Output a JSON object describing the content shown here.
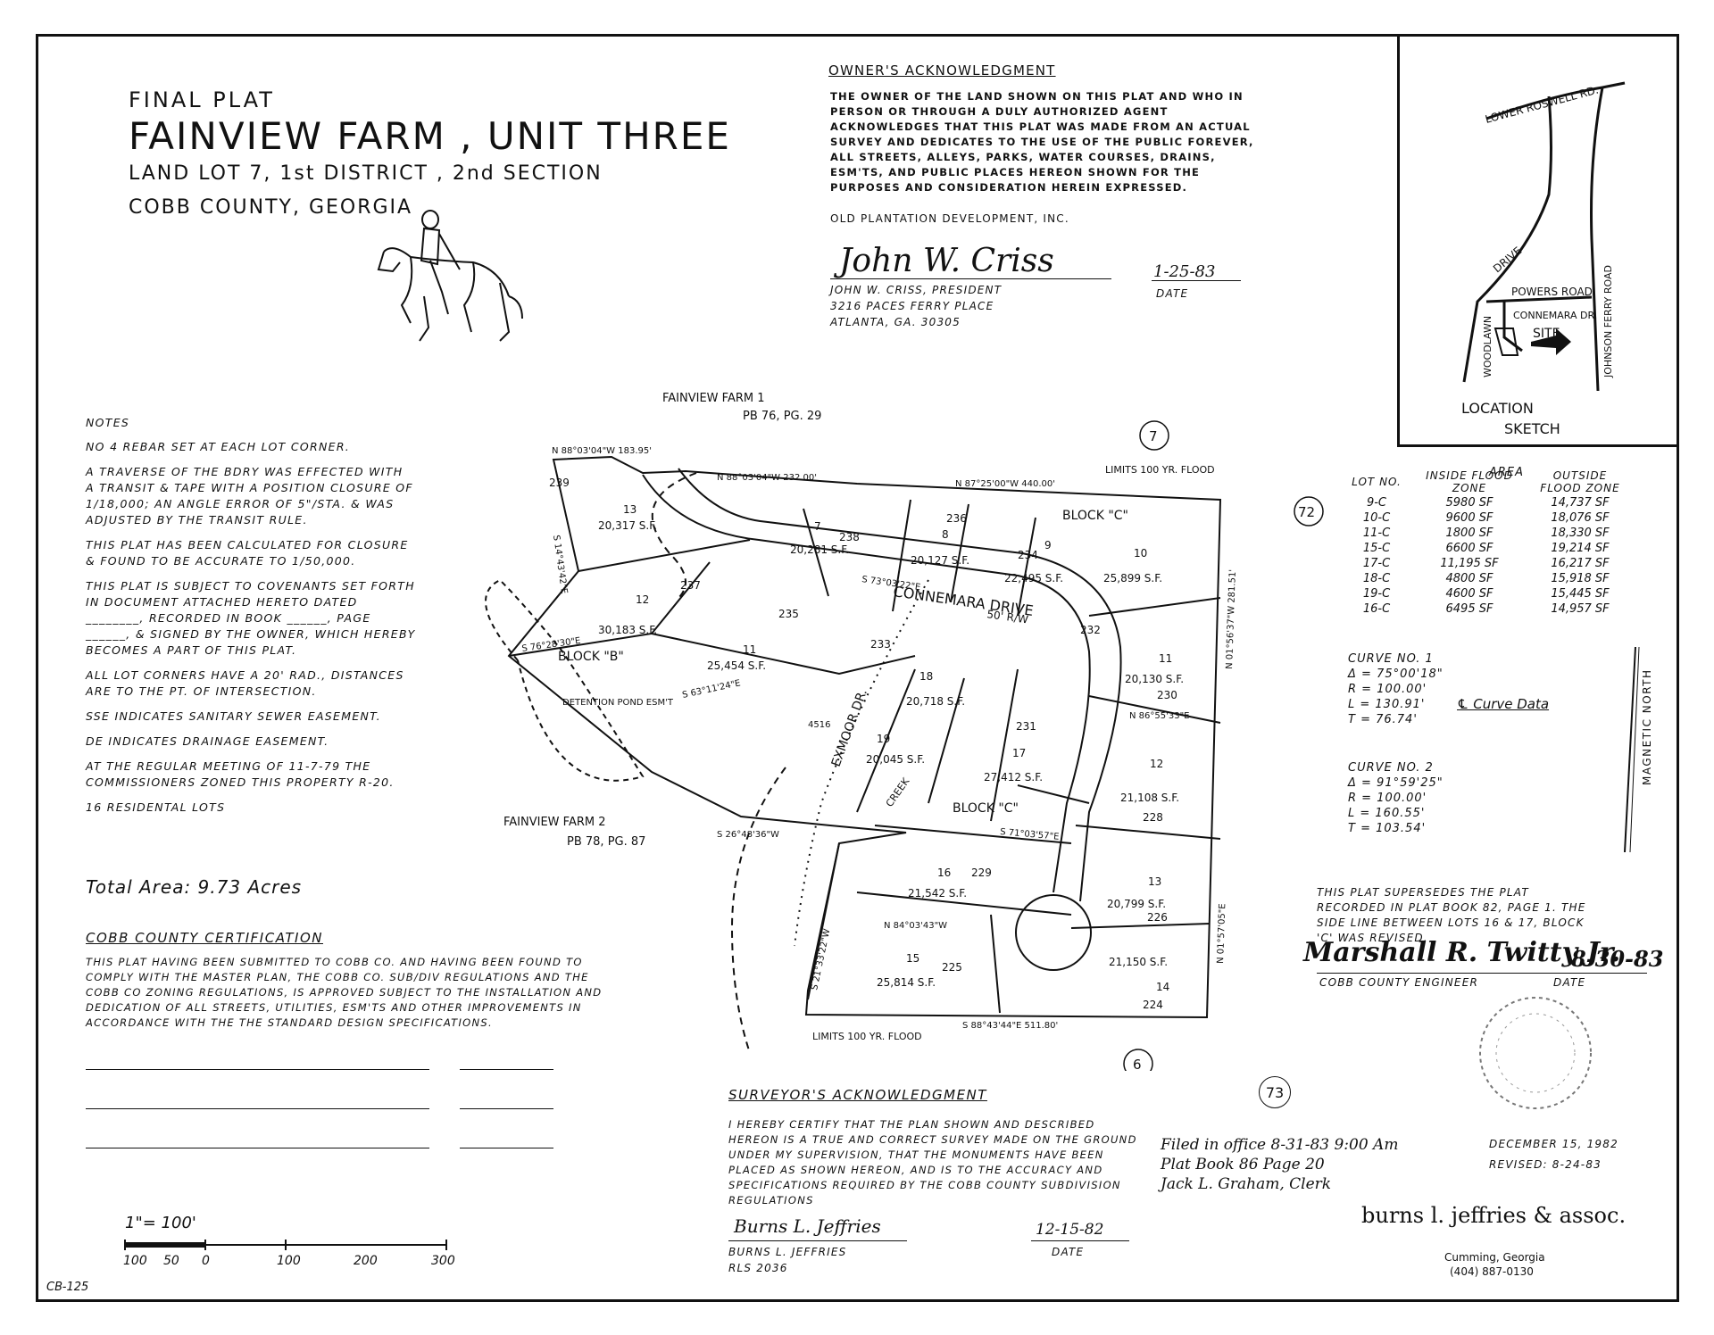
{
  "title": {
    "line1": "FINAL PLAT",
    "line2": "FAINVIEW FARM , UNIT THREE",
    "line3": "LAND LOT 7,  1st DISTRICT , 2nd SECTION",
    "line4": "COBB COUNTY, GEORGIA"
  },
  "owners_ack": {
    "heading": "OWNER'S ACKNOWLEDGMENT",
    "body": "THE OWNER OF THE LAND SHOWN ON THIS PLAT AND WHO IN PERSON OR THROUGH A DULY AUTHORIZED AGENT ACKNOWLEDGES THAT THIS PLAT WAS MADE FROM AN ACTUAL SURVEY AND DEDICATES TO THE USE OF THE PUBLIC FOREVER, ALL STREETS, ALLEYS, PARKS, WATER COURSES, DRAINS, ESM'TS, AND PUBLIC PLACES HEREON SHOWN FOR THE PURPOSES AND CONSIDERATION HEREIN EXPRESSED.",
    "company": "OLD PLANTATION DEVELOPMENT, INC.",
    "signature": "John W. Criss",
    "signer": "JOHN W. CRISS, PRESIDENT",
    "address1": "3216 PACES FERRY PLACE",
    "address2": "ATLANTA, GA.  30305",
    "date_value": "1-25-83",
    "date_label": "DATE"
  },
  "location_sketch": {
    "roads": [
      "LOWER ROSWELL RD.",
      "DRIVE",
      "POWERS ROAD",
      "CONNEMARA DR.",
      "WOODLAWN",
      "JOHNSON FERRY ROAD"
    ],
    "site": "SITE",
    "caption1": "LOCATION",
    "caption2": "SKETCH"
  },
  "notes": {
    "heading": "NOTES",
    "items": [
      "NO 4 REBAR SET AT EACH LOT CORNER.",
      "A TRAVERSE OF THE BDRY WAS EFFECTED WITH A TRANSIT & TAPE WITH A POSITION CLOSURE OF 1/18,000; AN ANGLE ERROR OF 5\"/STA. & WAS ADJUSTED BY THE TRANSIT RULE.",
      "THIS PLAT HAS BEEN CALCULATED FOR CLOSURE & FOUND TO BE ACCURATE TO 1/50,000.",
      "THIS PLAT IS SUBJECT TO COVENANTS SET FORTH IN DOCUMENT ATTACHED HERETO DATED ________, RECORDED IN BOOK ______, PAGE ______, & SIGNED BY THE OWNER, WHICH HEREBY BECOMES A PART OF THIS PLAT.",
      "ALL LOT CORNERS HAVE A 20' RAD., DISTANCES ARE TO THE PT. OF INTERSECTION.",
      "SSE INDICATES SANITARY SEWER EASEMENT.",
      "DE INDICATES DRAINAGE EASEMENT.",
      "AT THE REGULAR MEETING OF 11-7-79 THE COMMISSIONERS ZONED THIS PROPERTY R-20.",
      "16 RESIDENTAL LOTS"
    ],
    "total_area": "Total Area: 9.73 Acres"
  },
  "cobb_cert": {
    "heading": "COBB COUNTY CERTIFICATION",
    "body": "THIS PLAT HAVING BEEN SUBMITTED TO COBB CO. AND HAVING BEEN FOUND TO COMPLY WITH THE MASTER PLAN, THE COBB CO. SUB/DIV REGULATIONS AND THE COBB CO ZONING REGULATIONS, IS APPROVED SUBJECT TO THE INSTALLATION AND DEDICATION OF ALL STREETS, UTILITIES, ESM'TS AND OTHER IMPROVEMENTS IN ACCORDANCE WITH THE THE STANDARD DESIGN SPECIFICATIONS."
  },
  "scale": {
    "label": "1\"= 100'",
    "ticks": [
      "100",
      "50",
      "0",
      "100",
      "200",
      "300"
    ]
  },
  "sheet_id": "CB-125",
  "area_table": {
    "header": "AREA",
    "columns": [
      "LOT NO.",
      "INSIDE FLOOD ZONE",
      "OUTSIDE FLOOD ZONE"
    ],
    "rows": [
      [
        "9-C",
        "5980 SF",
        "14,737 SF"
      ],
      [
        "10-C",
        "9600 SF",
        "18,076 SF"
      ],
      [
        "11-C",
        "1800 SF",
        "18,330 SF"
      ],
      [
        "15-C",
        "6600 SF",
        "19,214 SF"
      ],
      [
        "17-C",
        "11,195 SF",
        "16,217 SF"
      ],
      [
        "18-C",
        "4800 SF",
        "15,918 SF"
      ],
      [
        "19-C",
        "4600 SF",
        "15,445 SF"
      ],
      [
        "16-C",
        "6495 SF",
        "14,957 SF"
      ]
    ]
  },
  "curves": {
    "curve1": {
      "name": "CURVE NO. 1",
      "delta": "Δ = 75°00'18\"",
      "r": "R = 100.00'",
      "l": "L = 130.91'",
      "t": "T = 76.74'"
    },
    "cl_label": "℄ Curve Data",
    "curve2": {
      "name": "CURVE NO. 2",
      "delta": "Δ = 91°59'25\"",
      "r": "R = 100.00'",
      "l": "L = 160.55'",
      "t": "T = 103.54'"
    }
  },
  "magnetic_north": "MAGNETIC NORTH",
  "supersedes": {
    "text": "THIS PLAT SUPERSEDES THE PLAT RECORDED IN PLAT BOOK 82, PAGE 1. THE SIDE LINE BETWEEN LOTS 16 & 17, BLOCK 'C' WAS REVISED.",
    "signature": "Marshall R. Twitty Jr.",
    "sig_date": "8-30-83",
    "engineer": "COBB COUNTY ENGINEER",
    "date_label": "DATE"
  },
  "surveyor_ack": {
    "heading": "SURVEYOR'S ACKNOWLEDGMENT",
    "body": "I HEREBY CERTIFY THAT THE PLAN SHOWN AND DESCRIBED HEREON IS A TRUE AND CORRECT SURVEY MADE ON THE GROUND UNDER MY SUPERVISION, THAT THE MONUMENTS HAVE BEEN PLACED AS SHOWN HEREON, AND IS TO THE ACCURACY AND SPECIFICATIONS REQUIRED BY THE COBB COUNTY SUBDIVISION REGULATIONS",
    "signature": "Burns L. Jeffries",
    "name": "BURNS L. JEFFRIES",
    "rls": "RLS 2036",
    "date_value": "12-15-82",
    "date_label": "DATE"
  },
  "filing": {
    "line1": "Filed in office 8-31-83  9:00 Am",
    "line2": "Plat Book 86 Page 20",
    "line3": "Jack L. Graham, Clerk"
  },
  "dates": {
    "date": "DECEMBER 15, 1982",
    "revised": "REVISED: 8-24-83"
  },
  "firm": {
    "name": "burns l. jeffries & assoc.",
    "city": "Cumming, Georgia",
    "phone": "(404) 887-0130"
  },
  "map_labels": {
    "ff1": "FAINVIEW FARM 1",
    "ff1_pb": "PB 76, PG. 29",
    "ff2": "FAINVIEW FARM 2",
    "ff2_pb": "PB 78, PG. 87",
    "street": "CONNEMARA DRIVE",
    "street_row": "50' R/W",
    "exmoor": "EXMOOR DR.",
    "block_b": "BLOCK \"B\"",
    "block_c": "BLOCK \"C\"",
    "block_c2": "BLOCK \"C\"",
    "detention": "DETENTION POND ESM'T",
    "limits1": "LIMITS 100 YR. FLOOD",
    "limits2": "LIMITS 100 YR. FLOOD",
    "creek": "CREEK",
    "circles": [
      "7",
      "72",
      "6",
      "73"
    ],
    "lots": [
      {
        "n": "13",
        "area": "20,317 S.F.",
        "addr": "239"
      },
      {
        "n": "12",
        "area": "30,183 S.F.",
        "addr": "237"
      },
      {
        "n": "11",
        "area": "25,454 S.F.",
        "addr": "235"
      },
      {
        "n": "7",
        "area": "20,281 S.F.",
        "addr": "238"
      },
      {
        "n": "8",
        "area": "20,127 S.F.",
        "addr": "236"
      },
      {
        "n": "9",
        "area": "22,495 S.F.",
        "addr": "234"
      },
      {
        "n": "10",
        "area": "25,899 S.F.",
        "addr": "232"
      },
      {
        "n": "11",
        "area": "20,130 S.F.",
        "addr": "230"
      },
      {
        "n": "18",
        "area": "20,718 S.F.",
        "addr": "233"
      },
      {
        "n": "19",
        "area": "20,045 S.F.",
        "addr": "4516"
      },
      {
        "n": "17",
        "area": "27,412 S.F.",
        "addr": "231"
      },
      {
        "n": "12",
        "area": "21,108 S.F.",
        "addr": "228"
      },
      {
        "n": "16",
        "area": "21,542 S.F.",
        "addr": "229"
      },
      {
        "n": "13",
        "area": "20,799 S.F.",
        "addr": "226"
      },
      {
        "n": "15",
        "area": "25,814 S.F.",
        "addr": "225"
      },
      {
        "n": "14",
        "area": "21,150 S.F.",
        "addr": "224"
      }
    ],
    "bearings": {
      "b1": "N 88°03'04\"W  183.95'",
      "b2": "N 88°03'04\"W  232.00'",
      "b3": "N 87°25'00\"W  440.00'",
      "b4": "S 73°03'22\"E",
      "b5": "N 01°56'37\"W  281.51'",
      "b6": "S 88°43'44\"E  511.80'",
      "b7": "N 01°57'05\"E",
      "b8": "S 76°28'30\"E",
      "b9": "S 63°11'24\"E",
      "b10": "N 84°03'43\"W",
      "b11": "S 71°03'57\"E",
      "b12": "N 86°55'33\"E",
      "b13": "S 14°43'42\"E",
      "b14": "S 26°48'36\"W",
      "b15": "S 21°33'22\"W"
    }
  }
}
